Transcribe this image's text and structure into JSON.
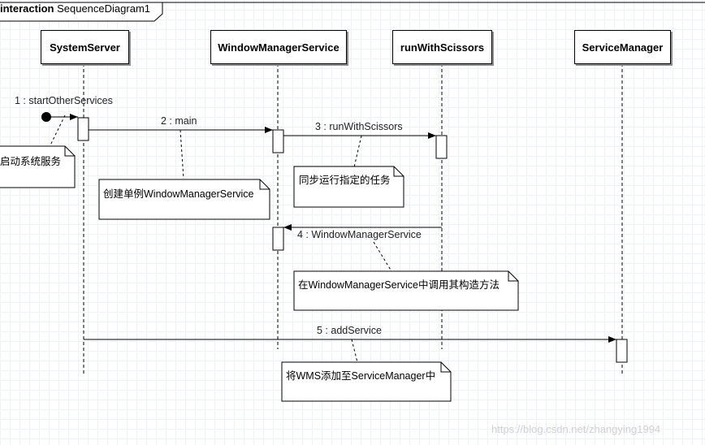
{
  "frame": {
    "keyword": "interaction",
    "name": "SequenceDiagram1"
  },
  "lifelines": [
    {
      "id": "system-server",
      "label": "SystemServer"
    },
    {
      "id": "window-manager-service",
      "label": "WindowManagerService"
    },
    {
      "id": "run-with-scissors",
      "label": "runWithScissors"
    },
    {
      "id": "service-manager",
      "label": "ServiceManager"
    }
  ],
  "messages": [
    {
      "id": "m1",
      "label": "1 : startOtherServices"
    },
    {
      "id": "m2",
      "label": "2 : main"
    },
    {
      "id": "m3",
      "label": "3 : runWithScissors"
    },
    {
      "id": "m4",
      "label": "4 : WindowManagerService"
    },
    {
      "id": "m5",
      "label": "5 : addService"
    }
  ],
  "notes": [
    {
      "id": "n1",
      "text": "启动系统服务"
    },
    {
      "id": "n2",
      "text": "创建单例WindowManagerService"
    },
    {
      "id": "n3",
      "text": "同步运行指定的任务"
    },
    {
      "id": "n4",
      "text": "在WindowManagerService中调用其构造方法"
    },
    {
      "id": "n5",
      "text": "将WMS添加至ServiceManager中"
    }
  ],
  "watermark": "https://blog.csdn.net/zhangying1994"
}
